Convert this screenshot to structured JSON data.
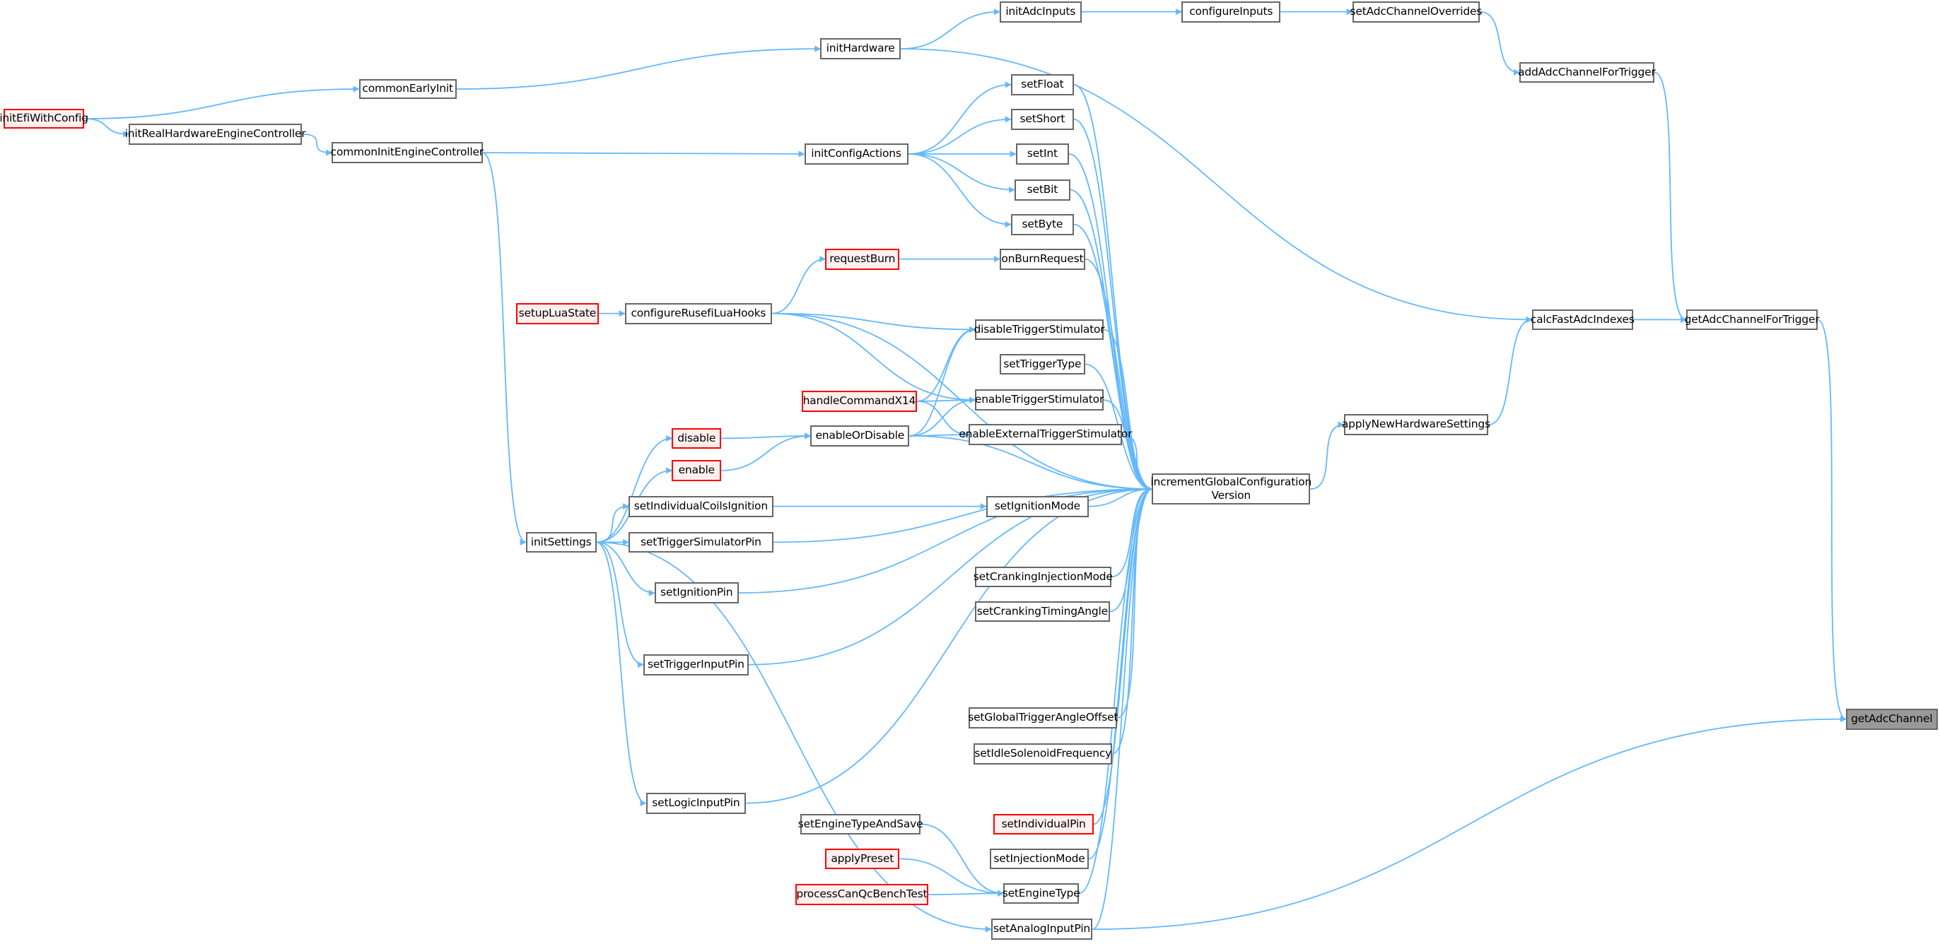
{
  "graph": {
    "type": "caller-graph",
    "colors": {
      "edge": "#63b8ff",
      "node_border": "#666666",
      "node_border_truncated": "#ff0000",
      "node_fill_truncated": "#fff0f0",
      "current_fill": "#999999"
    },
    "nodes": [
      {
        "id": "initEfiWithConfig",
        "label": "initEfiWithConfig",
        "truncated": true
      },
      {
        "id": "initRealHardwareEngineController",
        "label": "initRealHardwareEngineController"
      },
      {
        "id": "commonEarlyInit",
        "label": "commonEarlyInit"
      },
      {
        "id": "commonInitEngineController",
        "label": "commonInitEngineController"
      },
      {
        "id": "initHardware",
        "label": "initHardware"
      },
      {
        "id": "initAdcInputs",
        "label": "initAdcInputs"
      },
      {
        "id": "configureInputs",
        "label": "configureInputs"
      },
      {
        "id": "setAdcChannelOverrides",
        "label": "setAdcChannelOverrides"
      },
      {
        "id": "addAdcChannelForTrigger",
        "label": "addAdcChannelForTrigger"
      },
      {
        "id": "setFloat",
        "label": "setFloat"
      },
      {
        "id": "setShort",
        "label": "setShort"
      },
      {
        "id": "initConfigActions",
        "label": "initConfigActions"
      },
      {
        "id": "setInt",
        "label": "setInt"
      },
      {
        "id": "setBit",
        "label": "setBit"
      },
      {
        "id": "setByte",
        "label": "setByte"
      },
      {
        "id": "requestBurn",
        "label": "requestBurn",
        "truncated": true
      },
      {
        "id": "onBurnRequest",
        "label": "onBurnRequest"
      },
      {
        "id": "setupLuaState",
        "label": "setupLuaState",
        "truncated": true
      },
      {
        "id": "configureRusefiLuaHooks",
        "label": "configureRusefiLuaHooks"
      },
      {
        "id": "disableTriggerStimulator",
        "label": "disableTriggerStimulator"
      },
      {
        "id": "setTriggerType",
        "label": "setTriggerType"
      },
      {
        "id": "handleCommandX14",
        "label": "handleCommandX14",
        "truncated": true
      },
      {
        "id": "enableTriggerStimulator",
        "label": "enableTriggerStimulator"
      },
      {
        "id": "disable",
        "label": "disable",
        "truncated": true
      },
      {
        "id": "enableOrDisable",
        "label": "enableOrDisable"
      },
      {
        "id": "enableExternalTriggerStimulator",
        "label": "enableExternalTriggerStimulator"
      },
      {
        "id": "enable",
        "label": "enable",
        "truncated": true
      },
      {
        "id": "incrementGlobalConfigurationVersion",
        "label": "incrementGlobalConfiguration\nVersion"
      },
      {
        "id": "setIgnitionMode",
        "label": "setIgnitionMode"
      },
      {
        "id": "setIndividualCoilsIgnition",
        "label": "setIndividualCoilsIgnition"
      },
      {
        "id": "initSettings",
        "label": "initSettings"
      },
      {
        "id": "setTriggerSimulatorPin",
        "label": "setTriggerSimulatorPin"
      },
      {
        "id": "applyNewHardwareSettings",
        "label": "applyNewHardwareSettings"
      },
      {
        "id": "calcFastAdcIndexes",
        "label": "calcFastAdcIndexes"
      },
      {
        "id": "getAdcChannelForTrigger",
        "label": "getAdcChannelForTrigger"
      },
      {
        "id": "getAdcChannel",
        "label": "getAdcChannel",
        "current": true
      },
      {
        "id": "setCrankingInjectionMode",
        "label": "setCrankingInjectionMode"
      },
      {
        "id": "setCrankingTimingAngle",
        "label": "setCrankingTimingAngle"
      },
      {
        "id": "setIgnitionPin",
        "label": "setIgnitionPin"
      },
      {
        "id": "setTriggerInputPin",
        "label": "setTriggerInputPin"
      },
      {
        "id": "setGlobalTriggerAngleOffset",
        "label": "setGlobalTriggerAngleOffset"
      },
      {
        "id": "setIdleSolenoidFrequency",
        "label": "setIdleSolenoidFrequency"
      },
      {
        "id": "setLogicInputPin",
        "label": "setLogicInputPin"
      },
      {
        "id": "setEngineTypeAndSave",
        "label": "setEngineTypeAndSave"
      },
      {
        "id": "setIndividualPin",
        "label": "setIndividualPin",
        "truncated": true
      },
      {
        "id": "applyPreset",
        "label": "applyPreset",
        "truncated": true
      },
      {
        "id": "setInjectionMode",
        "label": "setInjectionMode"
      },
      {
        "id": "processCanQcBenchTest",
        "label": "processCanQcBenchTest",
        "truncated": true
      },
      {
        "id": "setEngineType",
        "label": "setEngineType"
      },
      {
        "id": "setAnalogInputPin",
        "label": "setAnalogInputPin"
      }
    ],
    "edges": [
      [
        "initEfiWithConfig",
        "commonEarlyInit"
      ],
      [
        "initEfiWithConfig",
        "initRealHardwareEngineController"
      ],
      [
        "initRealHardwareEngineController",
        "commonInitEngineController"
      ],
      [
        "commonEarlyInit",
        "initHardware"
      ],
      [
        "initHardware",
        "initAdcInputs"
      ],
      [
        "initAdcInputs",
        "configureInputs"
      ],
      [
        "configureInputs",
        "setAdcChannelOverrides"
      ],
      [
        "setAdcChannelOverrides",
        "addAdcChannelForTrigger"
      ],
      [
        "addAdcChannelForTrigger",
        "getAdcChannelForTrigger"
      ],
      [
        "initHardware",
        "calcFastAdcIndexes"
      ],
      [
        "calcFastAdcIndexes",
        "getAdcChannelForTrigger"
      ],
      [
        "applyNewHardwareSettings",
        "calcFastAdcIndexes"
      ],
      [
        "incrementGlobalConfigurationVersion",
        "applyNewHardwareSettings"
      ],
      [
        "getAdcChannelForTrigger",
        "getAdcChannel"
      ],
      [
        "setAnalogInputPin",
        "getAdcChannel"
      ],
      [
        "commonInitEngineController",
        "initConfigActions"
      ],
      [
        "commonInitEngineController",
        "initSettings"
      ],
      [
        "initConfigActions",
        "setFloat"
      ],
      [
        "initConfigActions",
        "setShort"
      ],
      [
        "initConfigActions",
        "setInt"
      ],
      [
        "initConfigActions",
        "setBit"
      ],
      [
        "initConfigActions",
        "setByte"
      ],
      [
        "setFloat",
        "incrementGlobalConfigurationVersion"
      ],
      [
        "setShort",
        "incrementGlobalConfigurationVersion"
      ],
      [
        "setInt",
        "incrementGlobalConfigurationVersion"
      ],
      [
        "setBit",
        "incrementGlobalConfigurationVersion"
      ],
      [
        "setByte",
        "incrementGlobalConfigurationVersion"
      ],
      [
        "requestBurn",
        "onBurnRequest"
      ],
      [
        "onBurnRequest",
        "incrementGlobalConfigurationVersion"
      ],
      [
        "configureRusefiLuaHooks",
        "requestBurn"
      ],
      [
        "setupLuaState",
        "configureRusefiLuaHooks"
      ],
      [
        "configureRusefiLuaHooks",
        "incrementGlobalConfigurationVersion"
      ],
      [
        "configureRusefiLuaHooks",
        "disableTriggerStimulator"
      ],
      [
        "configureRusefiLuaHooks",
        "enableTriggerStimulator"
      ],
      [
        "handleCommandX14",
        "disableTriggerStimulator"
      ],
      [
        "handleCommandX14",
        "enableTriggerStimulator"
      ],
      [
        "handleCommandX14",
        "enableExternalTriggerStimulator"
      ],
      [
        "enableOrDisable",
        "disableTriggerStimulator"
      ],
      [
        "enableOrDisable",
        "enableTriggerStimulator"
      ],
      [
        "enableOrDisable",
        "enableExternalTriggerStimulator"
      ],
      [
        "enableOrDisable",
        "incrementGlobalConfigurationVersion"
      ],
      [
        "disable",
        "enableOrDisable"
      ],
      [
        "enable",
        "enableOrDisable"
      ],
      [
        "disableTriggerStimulator",
        "incrementGlobalConfigurationVersion"
      ],
      [
        "setTriggerType",
        "incrementGlobalConfigurationVersion"
      ],
      [
        "enableTriggerStimulator",
        "incrementGlobalConfigurationVersion"
      ],
      [
        "enableExternalTriggerStimulator",
        "incrementGlobalConfigurationVersion"
      ],
      [
        "initSettings",
        "disable"
      ],
      [
        "initSettings",
        "enable"
      ],
      [
        "initSettings",
        "setIndividualCoilsIgnition"
      ],
      [
        "initSettings",
        "setTriggerSimulatorPin"
      ],
      [
        "initSettings",
        "setIgnitionPin"
      ],
      [
        "initSettings",
        "setTriggerInputPin"
      ],
      [
        "initSettings",
        "setLogicInputPin"
      ],
      [
        "initSettings",
        "setAnalogInputPin"
      ],
      [
        "setIndividualCoilsIgnition",
        "setIgnitionMode"
      ],
      [
        "setIgnitionMode",
        "incrementGlobalConfigurationVersion"
      ],
      [
        "setTriggerSimulatorPin",
        "incrementGlobalConfigurationVersion"
      ],
      [
        "setIgnitionPin",
        "incrementGlobalConfigurationVersion"
      ],
      [
        "setTriggerInputPin",
        "incrementGlobalConfigurationVersion"
      ],
      [
        "setLogicInputPin",
        "incrementGlobalConfigurationVersion"
      ],
      [
        "setCrankingInjectionMode",
        "incrementGlobalConfigurationVersion"
      ],
      [
        "setCrankingTimingAngle",
        "incrementGlobalConfigurationVersion"
      ],
      [
        "setGlobalTriggerAngleOffset",
        "incrementGlobalConfigurationVersion"
      ],
      [
        "setIdleSolenoidFrequency",
        "incrementGlobalConfigurationVersion"
      ],
      [
        "setIndividualPin",
        "incrementGlobalConfigurationVersion"
      ],
      [
        "setInjectionMode",
        "incrementGlobalConfigurationVersion"
      ],
      [
        "setEngineType",
        "incrementGlobalConfigurationVersion"
      ],
      [
        "setAnalogInputPin",
        "incrementGlobalConfigurationVersion"
      ],
      [
        "setEngineTypeAndSave",
        "setEngineType"
      ],
      [
        "applyPreset",
        "setEngineType"
      ],
      [
        "processCanQcBenchTest",
        "setEngineType"
      ]
    ]
  }
}
